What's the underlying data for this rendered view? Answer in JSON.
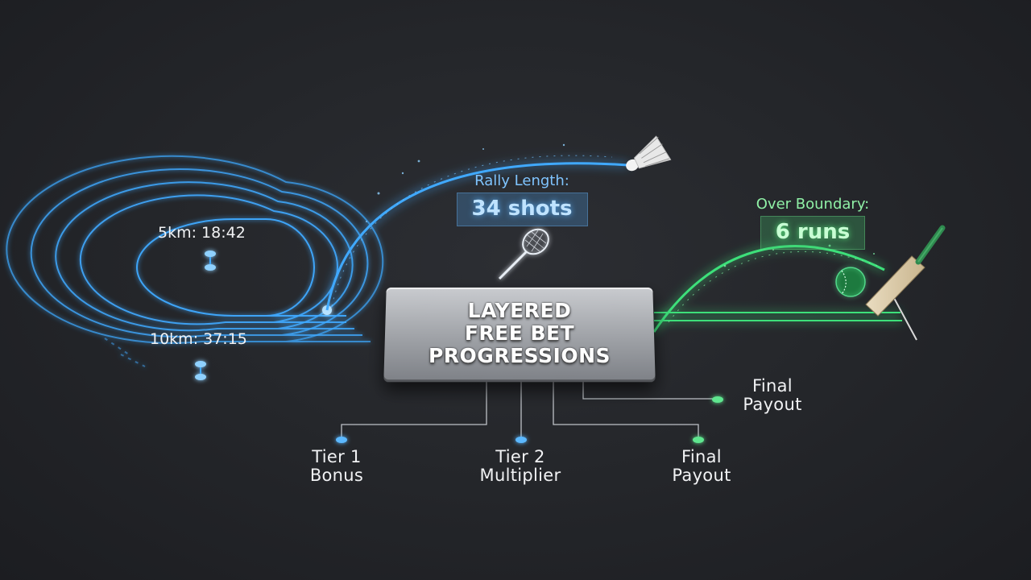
{
  "title_lines": [
    "LAYERED",
    "FREE BET",
    "PROGRESSIONS"
  ],
  "track_splits": [
    {
      "label": "5km: 18:42"
    },
    {
      "label": "10km: 37:15"
    }
  ],
  "badminton": {
    "caption": "Rally Length:",
    "value": "34 shots"
  },
  "cricket": {
    "caption": "Over Boundary:",
    "value": "6 runs"
  },
  "tiers": [
    {
      "line1": "Tier 1",
      "line2": "Bonus"
    },
    {
      "line1": "Tier 2",
      "line2": "Multiplier"
    },
    {
      "line1": "Final",
      "line2": "Payout"
    },
    {
      "line1": "Final",
      "line2": "Payout"
    }
  ],
  "colors": {
    "blue_glow": "#3fa9ff",
    "green_glow": "#3ee07a",
    "background": "#25272b",
    "box_metal": "#a9acb1"
  },
  "icons": [
    "shuttlecock-icon",
    "badminton-racket-icon",
    "cricket-bat-icon",
    "cricket-ball-icon",
    "running-track-icon"
  ]
}
